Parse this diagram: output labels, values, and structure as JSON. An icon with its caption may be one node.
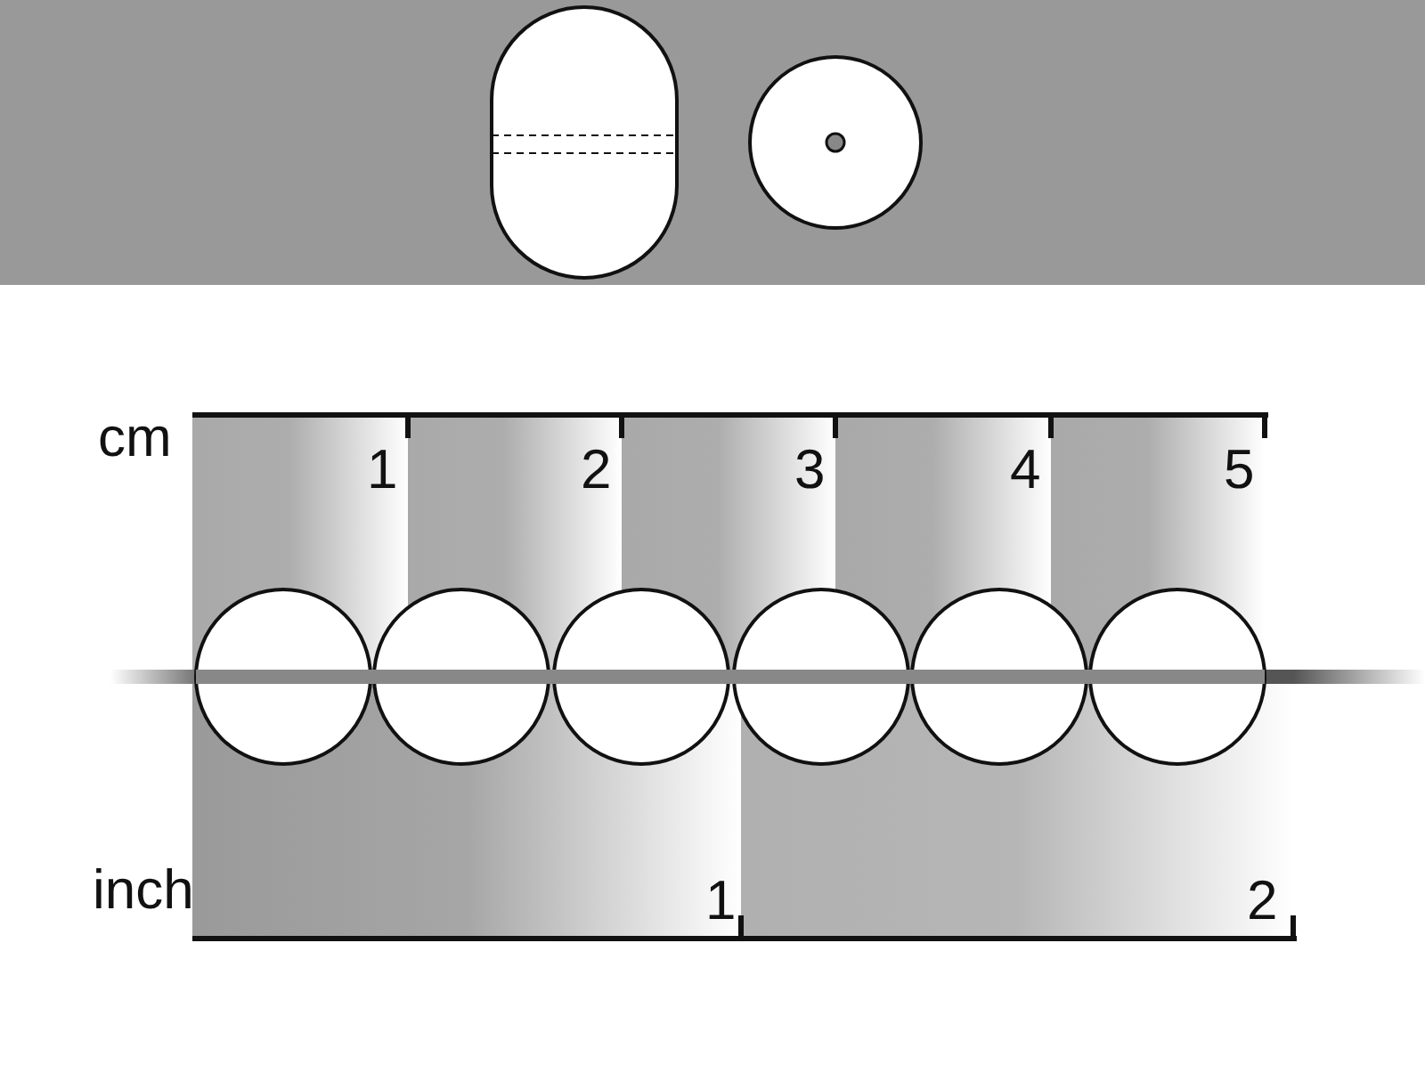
{
  "diagram": {
    "labels": [
      "cm",
      "1",
      "2",
      "3",
      "4",
      "5",
      "inch",
      "1",
      "2"
    ]
  }
}
